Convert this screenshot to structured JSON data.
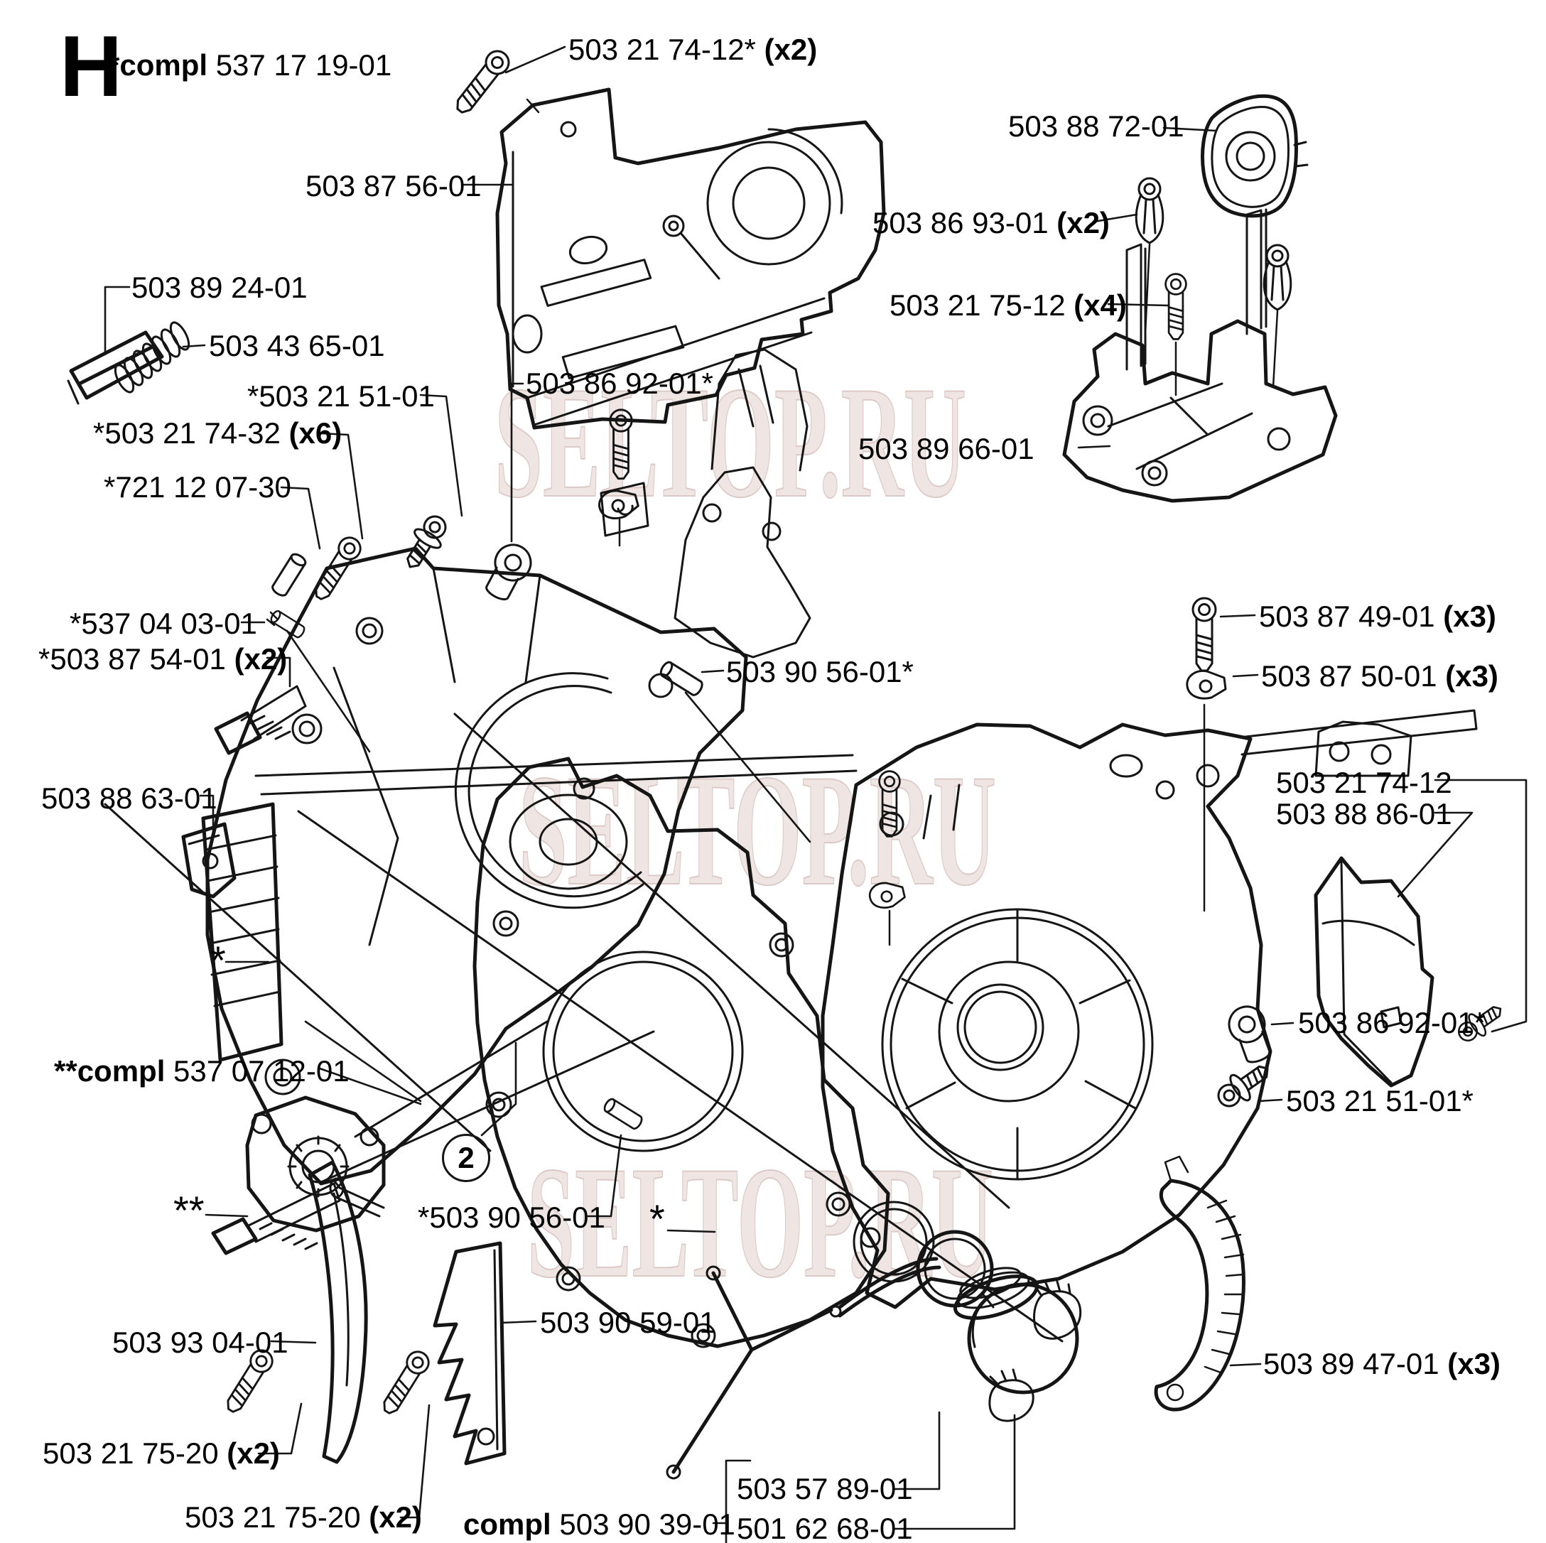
{
  "watermark": {
    "text": "SELTOP.RU",
    "color": "#efe5e3"
  },
  "diagram": {
    "section_letter": "H",
    "callout_circle": "2",
    "ink_color": "#151515",
    "labels": [
      {
        "prefix": "*compl ",
        "number": "537 17 19-01"
      },
      {
        "number": "503 21 74-12*",
        "qty": " (x2)"
      },
      {
        "number": "503 87 56-01"
      },
      {
        "number": "503 88 72-01"
      },
      {
        "number": "503 86 93-01",
        "qty": " (x2)"
      },
      {
        "number": "503 21 75-12",
        "qty": " (x4)"
      },
      {
        "number": "503 89 66-01"
      },
      {
        "number": "503 89 24-01"
      },
      {
        "number": "503 43 65-01"
      },
      {
        "number": "*503 21 51-01"
      },
      {
        "number": "*503 21 74-32",
        "qty": " (x6)"
      },
      {
        "number": "*721 12 07-30"
      },
      {
        "number": "503 86 92-01*"
      },
      {
        "number": "*537 04 03-01"
      },
      {
        "number": "*503 87 54-01",
        "qty": " (x2)"
      },
      {
        "number": "503 90 56-01*"
      },
      {
        "number": "503 87 49-01",
        "qty": " (x3)"
      },
      {
        "number": "503 87 50-01",
        "qty": " (x3)"
      },
      {
        "number": "503 21 74-12"
      },
      {
        "number": "503 88 86-01"
      },
      {
        "number": "503 88 63-01"
      },
      {
        "number": "*"
      },
      {
        "number": "503 86 92-01*"
      },
      {
        "number": "503 21 51-01*"
      },
      {
        "prefix": "**compl ",
        "number": "537 07 12-01"
      },
      {
        "number": "**"
      },
      {
        "number": "*503 90 56-01"
      },
      {
        "number": "*"
      },
      {
        "number": "503 90 59-01"
      },
      {
        "number": "503 93 04-01"
      },
      {
        "number": "503 21 75-20",
        "qty": " (x2)"
      },
      {
        "number": "503 21 75-20",
        "qty": " (x2)"
      },
      {
        "prefix": "compl ",
        "number": "503 90 39-01"
      },
      {
        "number": "503 57 89-01"
      },
      {
        "number": "501 62 68-01"
      },
      {
        "number": "503 89 47-01",
        "qty": " (x3)"
      }
    ]
  }
}
